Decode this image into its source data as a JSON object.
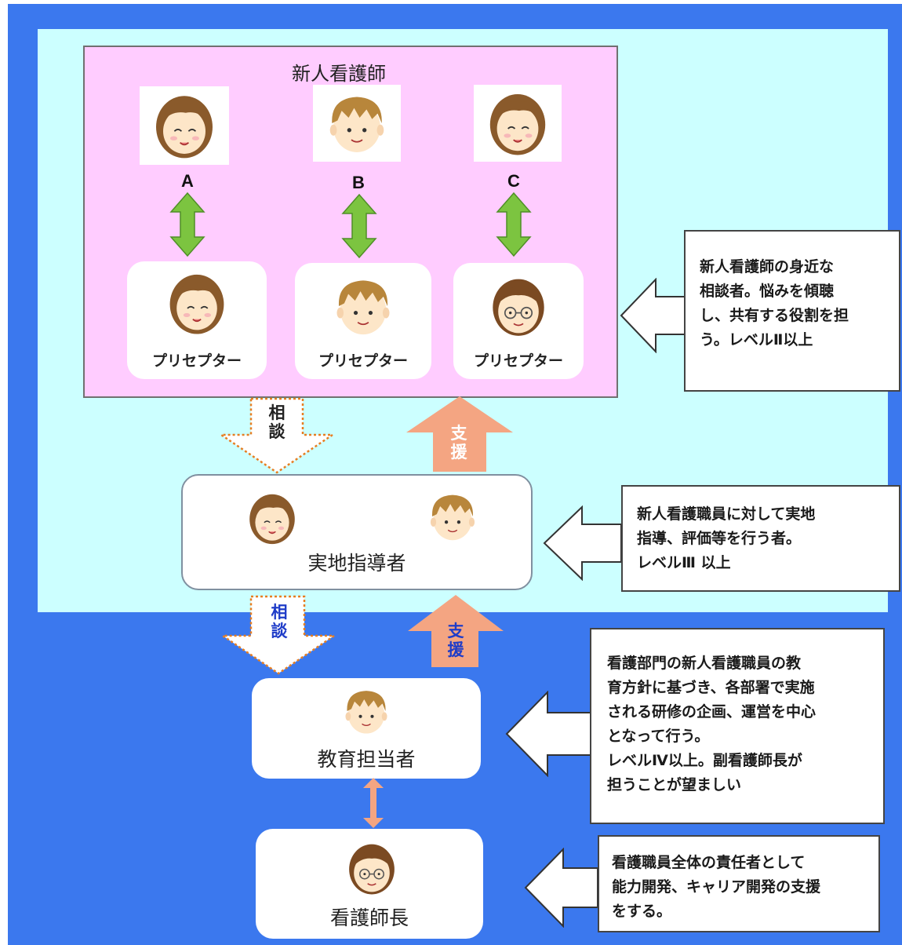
{
  "pink_section": {
    "title": "新人看護師",
    "nurses": [
      {
        "label": "A"
      },
      {
        "label": "B"
      },
      {
        "label": "C"
      }
    ],
    "preceptors": [
      {
        "label": "プリセプター"
      },
      {
        "label": "プリセプター"
      },
      {
        "label": "プリセプター"
      }
    ]
  },
  "descriptions": {
    "preceptor": [
      "新人看護師の身近な",
      "相談者。悩みを傾聴",
      "し、共有する役割を担",
      "う。レベルⅡ以上"
    ],
    "instructor": [
      "新人看護職員に対して実地",
      "指導、評価等を行う者。",
      "レベルⅢ 以上"
    ],
    "educator": [
      "看護部門の新人看護職員の教",
      "育方針に基づき、各部署で実施",
      "される研修の企画、運営を中心",
      "となって行う。",
      "レベルⅣ以上。副看護師長が",
      "担うことが望ましい"
    ],
    "head_nurse": [
      "看護職員全体の責任者として",
      "能力開発、キャリア開発の支援",
      "をする。"
    ]
  },
  "roles": {
    "instructor": "実地指導者",
    "educator": "教育担当者",
    "head_nurse": "看護師長"
  },
  "arrows": {
    "consult_1": [
      "相",
      "談"
    ],
    "support_1": [
      "支",
      "援"
    ],
    "consult_2": [
      "相",
      "談"
    ],
    "support_2": [
      "支",
      "援"
    ]
  },
  "colors": {
    "background_blue": "#3b78ee",
    "panel_cyan": "#ccffff",
    "panel_pink": "#ffccff",
    "green_arrow": "#7cc440",
    "orange_arrow": "#f4a582",
    "consult_text_blue": "#1f3cc8"
  }
}
